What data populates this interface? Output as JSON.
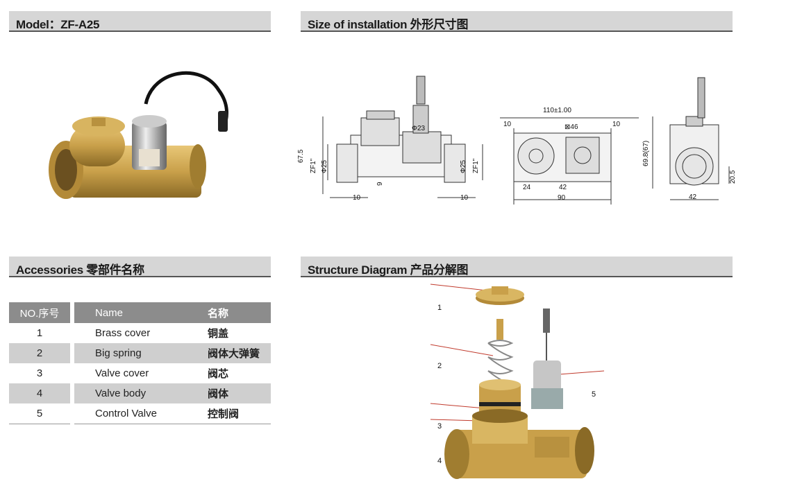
{
  "headers": {
    "model": "Model：ZF-A25",
    "size": "Size of installation  外形尺寸图",
    "accessories": "Accessories  零部件名称",
    "structure": "Structure Diagram  产品分解图"
  },
  "dimensions": {
    "d67_5": "67.5",
    "zf1_left": "ZF1\"",
    "phi25_left": "Φ25",
    "d9": "9",
    "d10_left": "10",
    "phi23": "Φ23",
    "phi25_right": "Φ25",
    "zf1_right": "ZF1\"",
    "d10_right": "10",
    "d110": "110±1.00",
    "d10_top_left": "10",
    "sq46": "⊠46",
    "d10_top_right": "10",
    "d24": "24",
    "d42_mid": "42",
    "d90": "90",
    "d69_8": "69.8(67)",
    "d20_5": "20.5",
    "d42_side": "42"
  },
  "accessories_table": {
    "columns": [
      "NO.序号",
      "Name",
      "名称"
    ],
    "rows": [
      {
        "no": "1",
        "name": "Brass cover",
        "cn": "铜盖"
      },
      {
        "no": "2",
        "name": "Big spring",
        "cn": "阀体大弹簧"
      },
      {
        "no": "3",
        "name": "Valve cover",
        "cn": "阀芯"
      },
      {
        "no": "4",
        "name": "Valve body",
        "cn": "阀体"
      },
      {
        "no": "5",
        "name": "Control Valve",
        "cn": "控制阀"
      }
    ]
  },
  "structure_labels": [
    "1",
    "2",
    "3",
    "4",
    "5"
  ],
  "colors": {
    "header_bg": "#d6d6d6",
    "table_head_bg": "#8c8c8c",
    "table_shade": "#cfcfcf",
    "brass": "#c9a04a",
    "leader_line": "#c0392b"
  }
}
